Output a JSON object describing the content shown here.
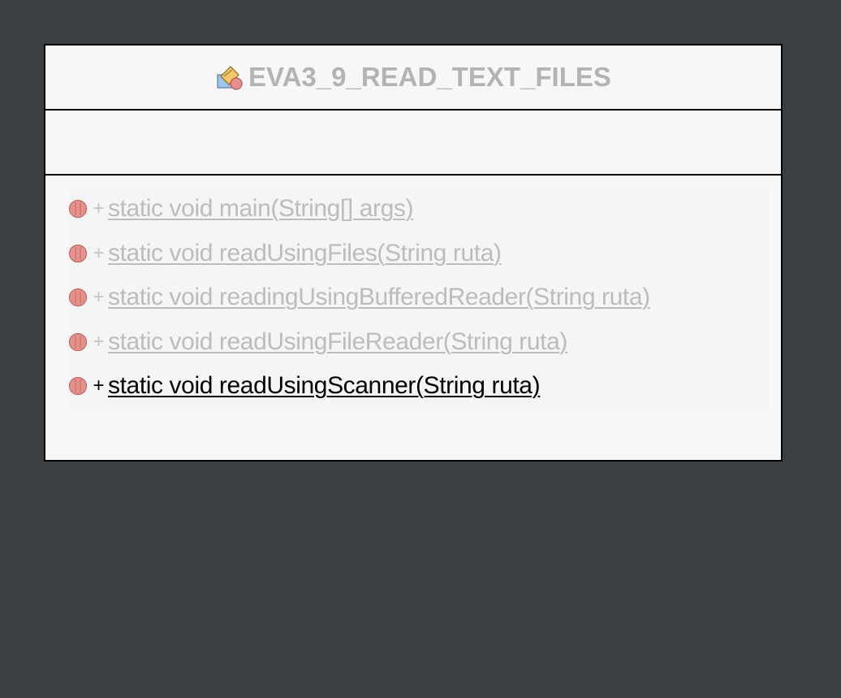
{
  "class": {
    "name": "EVA3_9_READ_TEXT_FILES",
    "icon": "class-icon"
  },
  "methods": [
    {
      "visibility": "+",
      "signature": "static void main(String[] args)",
      "state": "dim"
    },
    {
      "visibility": "+",
      "signature": "static void readUsingFiles(String ruta)",
      "state": "dim"
    },
    {
      "visibility": "+",
      "signature": "static void readingUsingBufferedReader(String ruta)",
      "state": "dim"
    },
    {
      "visibility": "+",
      "signature": "static void readUsingFileReader(String ruta)",
      "state": "dim"
    },
    {
      "visibility": "+",
      "signature": "static void readUsingScanner(String ruta)",
      "state": "active"
    }
  ],
  "colors": {
    "background": "#3c3f41",
    "box": "#f7f7f7",
    "dim_text": "#bcbcbc",
    "active_text": "#000000",
    "method_icon": "#e8918c"
  }
}
